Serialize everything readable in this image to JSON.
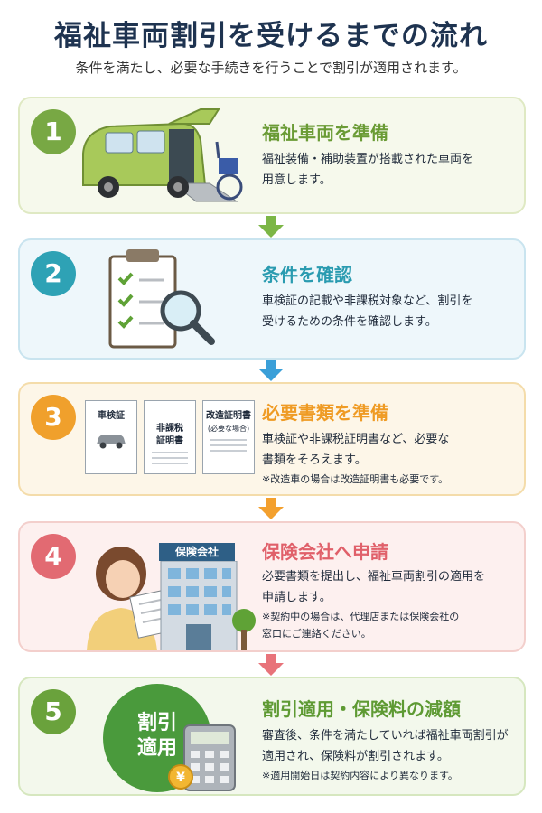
{
  "header": {
    "title": "福祉車両割引を受けるまでの流れ",
    "subtitle": "条件を満たし、必要な手続きを行うことで割引が適用されます。"
  },
  "colors": {
    "step1": "#6a9b35",
    "step2": "#2a9bb0",
    "step3": "#ef9b24",
    "step4": "#e0606a",
    "step5": "#5e9a33",
    "arrow_green": "#7cb646",
    "arrow_blue": "#3a9fd8",
    "arrow_orange": "#f3a02e",
    "arrow_pink": "#e8737a"
  },
  "steps": [
    {
      "number": "1",
      "title": "福祉車両を準備",
      "desc_line1": "福祉装備・補助装置が搭載された車両を",
      "desc_line2": "用意します。",
      "icon": "wheelchair-van-icon"
    },
    {
      "number": "2",
      "title": "条件を確認",
      "desc_line1": "車検証の記載や非課税対象など、割引を",
      "desc_line2": "受けるための条件を確認します。",
      "icon": "checklist-magnifier-icon"
    },
    {
      "number": "3",
      "title": "必要書類を準備",
      "desc_line1": "車検証や非課税証明書など、必要な",
      "desc_line2": "書類をそろえます。",
      "note": "※改造車の場合は改造証明書も必要です。",
      "docs": [
        {
          "label": "車検証"
        },
        {
          "label": "非課税\n証明書"
        },
        {
          "label": "改造証明書",
          "sub": "(必要な場合)"
        }
      ]
    },
    {
      "number": "4",
      "title": "保険会社へ申請",
      "desc_line1": "必要書類を提出し、福祉車両割引の適用を",
      "desc_line2": "申請します。",
      "note_line1": "※契約中の場合は、代理店または保険会社の",
      "note_line2": "窓口にご連絡ください。",
      "sign": "保険会社"
    },
    {
      "number": "5",
      "title": "割引適用・保険料の減額",
      "desc_line1": "審査後、条件を満たしていれば福祉車両割引が",
      "desc_line2": "適用され、保険料が割引されます。",
      "note": "※適用開始日は契約内容により異なります。",
      "badge_line1": "割引",
      "badge_line2": "適用",
      "yen": "¥"
    }
  ]
}
